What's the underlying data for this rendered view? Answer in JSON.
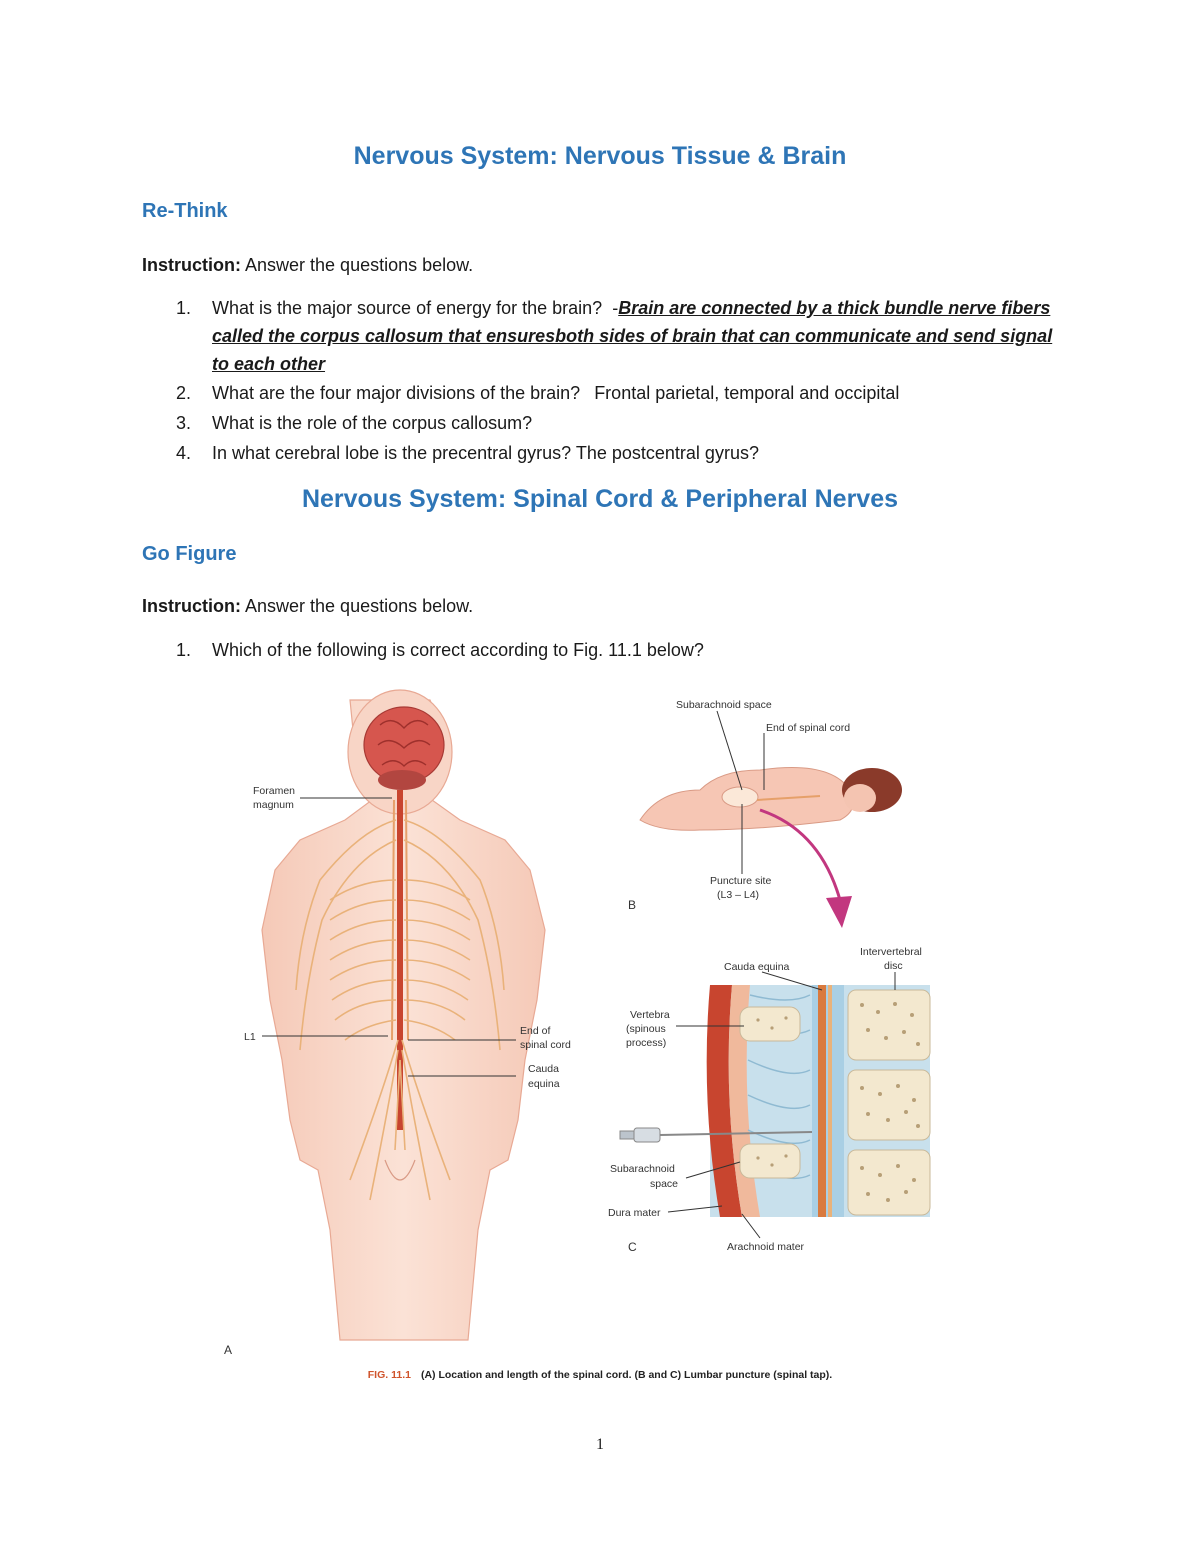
{
  "section1": {
    "title": "Nervous System: Nervous Tissue & Brain",
    "subtitle": "Re-Think",
    "instruction_label": "Instruction:",
    "instruction_text": " Answer the questions below.",
    "questions": [
      {
        "num": "1.",
        "text": "What is the major source of energy for the brain?",
        "answer_prefix": "  -",
        "answer": "Brain are connected by a thick bundle nerve fibers called the corpus callosum that ensuresboth sides of brain that can communicate and send signal to each other"
      },
      {
        "num": "2.",
        "text": "What are the four major divisions of the brain?",
        "answer": "Frontal parietal, temporal and occipital"
      },
      {
        "num": "3.",
        "text": "What is the role of the corpus callosum?"
      },
      {
        "num": "4.",
        "text": "In what cerebral lobe is the precentral gyrus? The postcentral gyrus?"
      }
    ]
  },
  "section2": {
    "title": "Nervous System: Spinal Cord & Peripheral Nerves",
    "subtitle": "Go Figure",
    "instruction_label": "Instruction:",
    "instruction_text": " Answer the questions below.",
    "questions": [
      {
        "num": "1.",
        "text": "Which of the following is correct according to Fig. 11.1 below?"
      }
    ]
  },
  "figure": {
    "panel_a": {
      "letter": "A",
      "labels": {
        "foramen_1": "Foramen",
        "foramen_2": "magnum",
        "l1": "L1",
        "end_1": "End of",
        "end_2": "spinal cord",
        "cauda_1": "Cauda",
        "cauda_2": "equina"
      }
    },
    "panel_b": {
      "letter": "B",
      "labels": {
        "subarachnoid": "Subarachnoid space",
        "end_cord": "End of spinal cord",
        "puncture_1": "Puncture site",
        "puncture_2": "(L3 – L4)"
      }
    },
    "panel_c": {
      "letter": "C",
      "labels": {
        "cauda": "Cauda equina",
        "intervertebral_1": "Intervertebral",
        "intervertebral_2": "disc",
        "vertebra_1": "Vertebra",
        "vertebra_2": "(spinous",
        "vertebra_3": "process)",
        "subarach_1": "Subarachnoid",
        "subarach_2": "space",
        "dura": "Dura mater",
        "arachnoid": "Arachnoid mater"
      }
    },
    "caption_ref": "FIG. 11.1",
    "caption_text": "(A) Location and length of the spinal cord. (B and C) Lumbar puncture (spinal tap)."
  },
  "footer": {
    "page_number": "1"
  },
  "colors": {
    "heading": "#2e75b6",
    "skin": "#f7d3c3",
    "nerve": "#e9b27a",
    "cord": "#c8452f",
    "brain": "#d6564e",
    "arrow": "#c2377f",
    "bone": "#f3e8cf",
    "disc_blue": "#a9cfe4",
    "caption_ref": "#d0542c"
  }
}
